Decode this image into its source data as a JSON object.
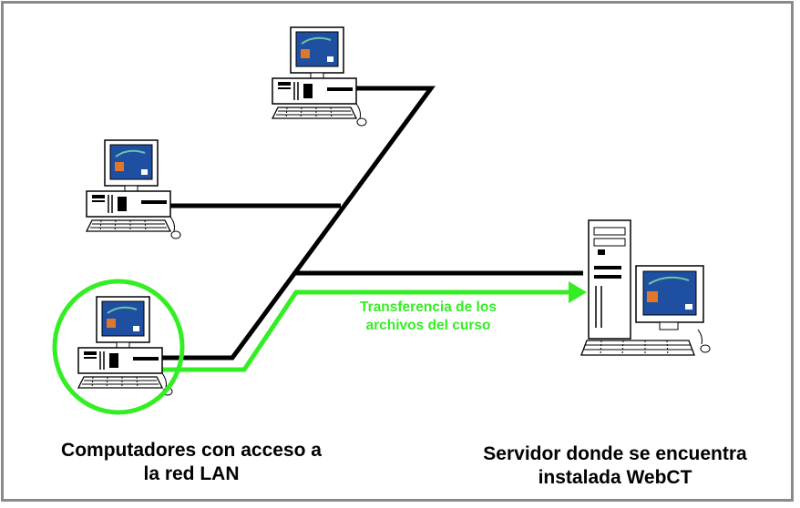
{
  "labels": {
    "clients": [
      "Computadores con acceso a",
      "la red LAN"
    ],
    "server": [
      "Servidor donde se encuentra",
      "instalada WebCT"
    ],
    "transfer": [
      "Transferencia de los",
      "archivos del curso"
    ]
  },
  "colors": {
    "frame": "#8a8a8a",
    "network_line": "#000000",
    "transfer_path": "#33ee22",
    "highlight_circle": "#33ee22",
    "monitor_screen": "#1e4fa0"
  },
  "icons": [
    "desktop-computer-icon",
    "server-tower-icon",
    "keyboard-icon",
    "mouse-icon"
  ]
}
